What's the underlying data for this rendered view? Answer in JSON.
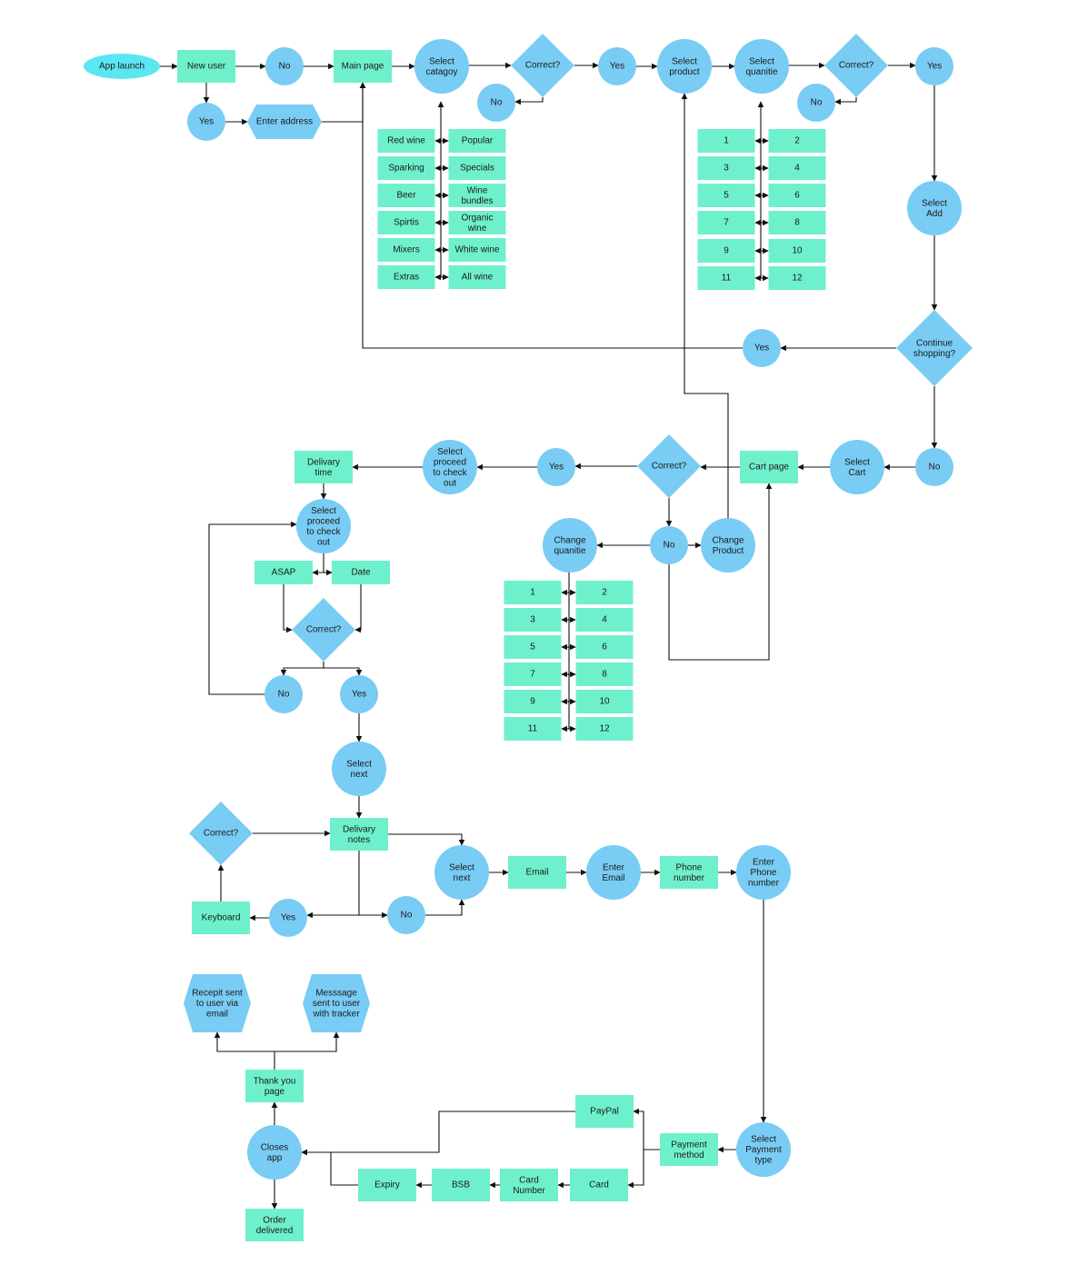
{
  "colors": {
    "circle": "#79ccf4",
    "rect": "#6ff0cc",
    "diamond": "#79ccf4",
    "start": "#5ce6f2",
    "line": "#111111",
    "text": "#1a1a1a"
  },
  "nodes": {
    "app_launch": "App launch",
    "new_user": "New user",
    "no_newuser": "No",
    "yes_newuser": "Yes",
    "enter_address": "Enter address",
    "main_page": "Main page",
    "select_category": "Select\ncatagoy",
    "correct_category": "Correct?",
    "no_category": "No",
    "yes_category": "Yes",
    "select_product": "Select\nproduct",
    "select_quantity": "Select\nquanitie",
    "correct_quantity": "Correct?",
    "no_quantity": "No",
    "yes_quantity": "Yes",
    "select_add": "Select\nAdd",
    "continue_shopping": "Continue\nshopping?",
    "yes_continue": "Yes",
    "no_continue": "No",
    "select_cart": "Select\nCart",
    "cart_page": "Cart page",
    "correct_cart": "Correct?",
    "yes_cart": "Yes",
    "no_cart": "No",
    "change_product": "Change\nProduct",
    "change_quantity": "Change\nquanitie",
    "select_proceed_1": "Select\nproceed\nto check\nout",
    "delivery_time": "Delivary\ntime",
    "select_proceed_2": "Select\nproceed\nto check\nout",
    "asap": "ASAP",
    "date": "Date",
    "correct_time": "Correct?",
    "no_time": "No",
    "yes_time": "Yes",
    "select_next_1": "Select\nnext",
    "delivery_notes": "Delivary\nnotes",
    "correct_notes": "Correct?",
    "keyboard": "Keyboard",
    "yes_notes": "Yes",
    "no_notes": "No",
    "select_next_2": "Select\nnext",
    "email": "Email",
    "enter_email": "Enter\nEmail",
    "phone_number": "Phone\nnumber",
    "enter_phone": "Enter\nPhone\nnumber",
    "select_payment_type": "Select\nPayment\ntype",
    "payment_method": "Payment\nmethod",
    "paypal": "PayPal",
    "card": "Card",
    "card_number": "Card\nNumber",
    "bsb": "BSB",
    "expiry": "Expiry",
    "closes_app": "Closes\napp",
    "thank_you": "Thank you\npage",
    "receipt": "Recepit sent\nto user via\nemail",
    "message": "Messsage\nsent to user\nwith tracker",
    "order_delivered": "Order\ndelivered"
  },
  "categories_left": [
    "Red wine",
    "Sparking",
    "Beer",
    "Spirtis",
    "Mixers",
    "Extras"
  ],
  "categories_right": [
    "Popular",
    "Specials",
    "Wine\nbundles",
    "Organic\nwine",
    "White wine",
    "All wine"
  ],
  "quantities_left": [
    "1",
    "3",
    "5",
    "7",
    "9",
    "11"
  ],
  "quantities_right": [
    "2",
    "4",
    "6",
    "8",
    "10",
    "12"
  ],
  "change_quantities_left": [
    "1",
    "3",
    "5",
    "7",
    "9",
    "11"
  ],
  "change_quantities_right": [
    "2",
    "4",
    "6",
    "8",
    "10",
    "12"
  ]
}
